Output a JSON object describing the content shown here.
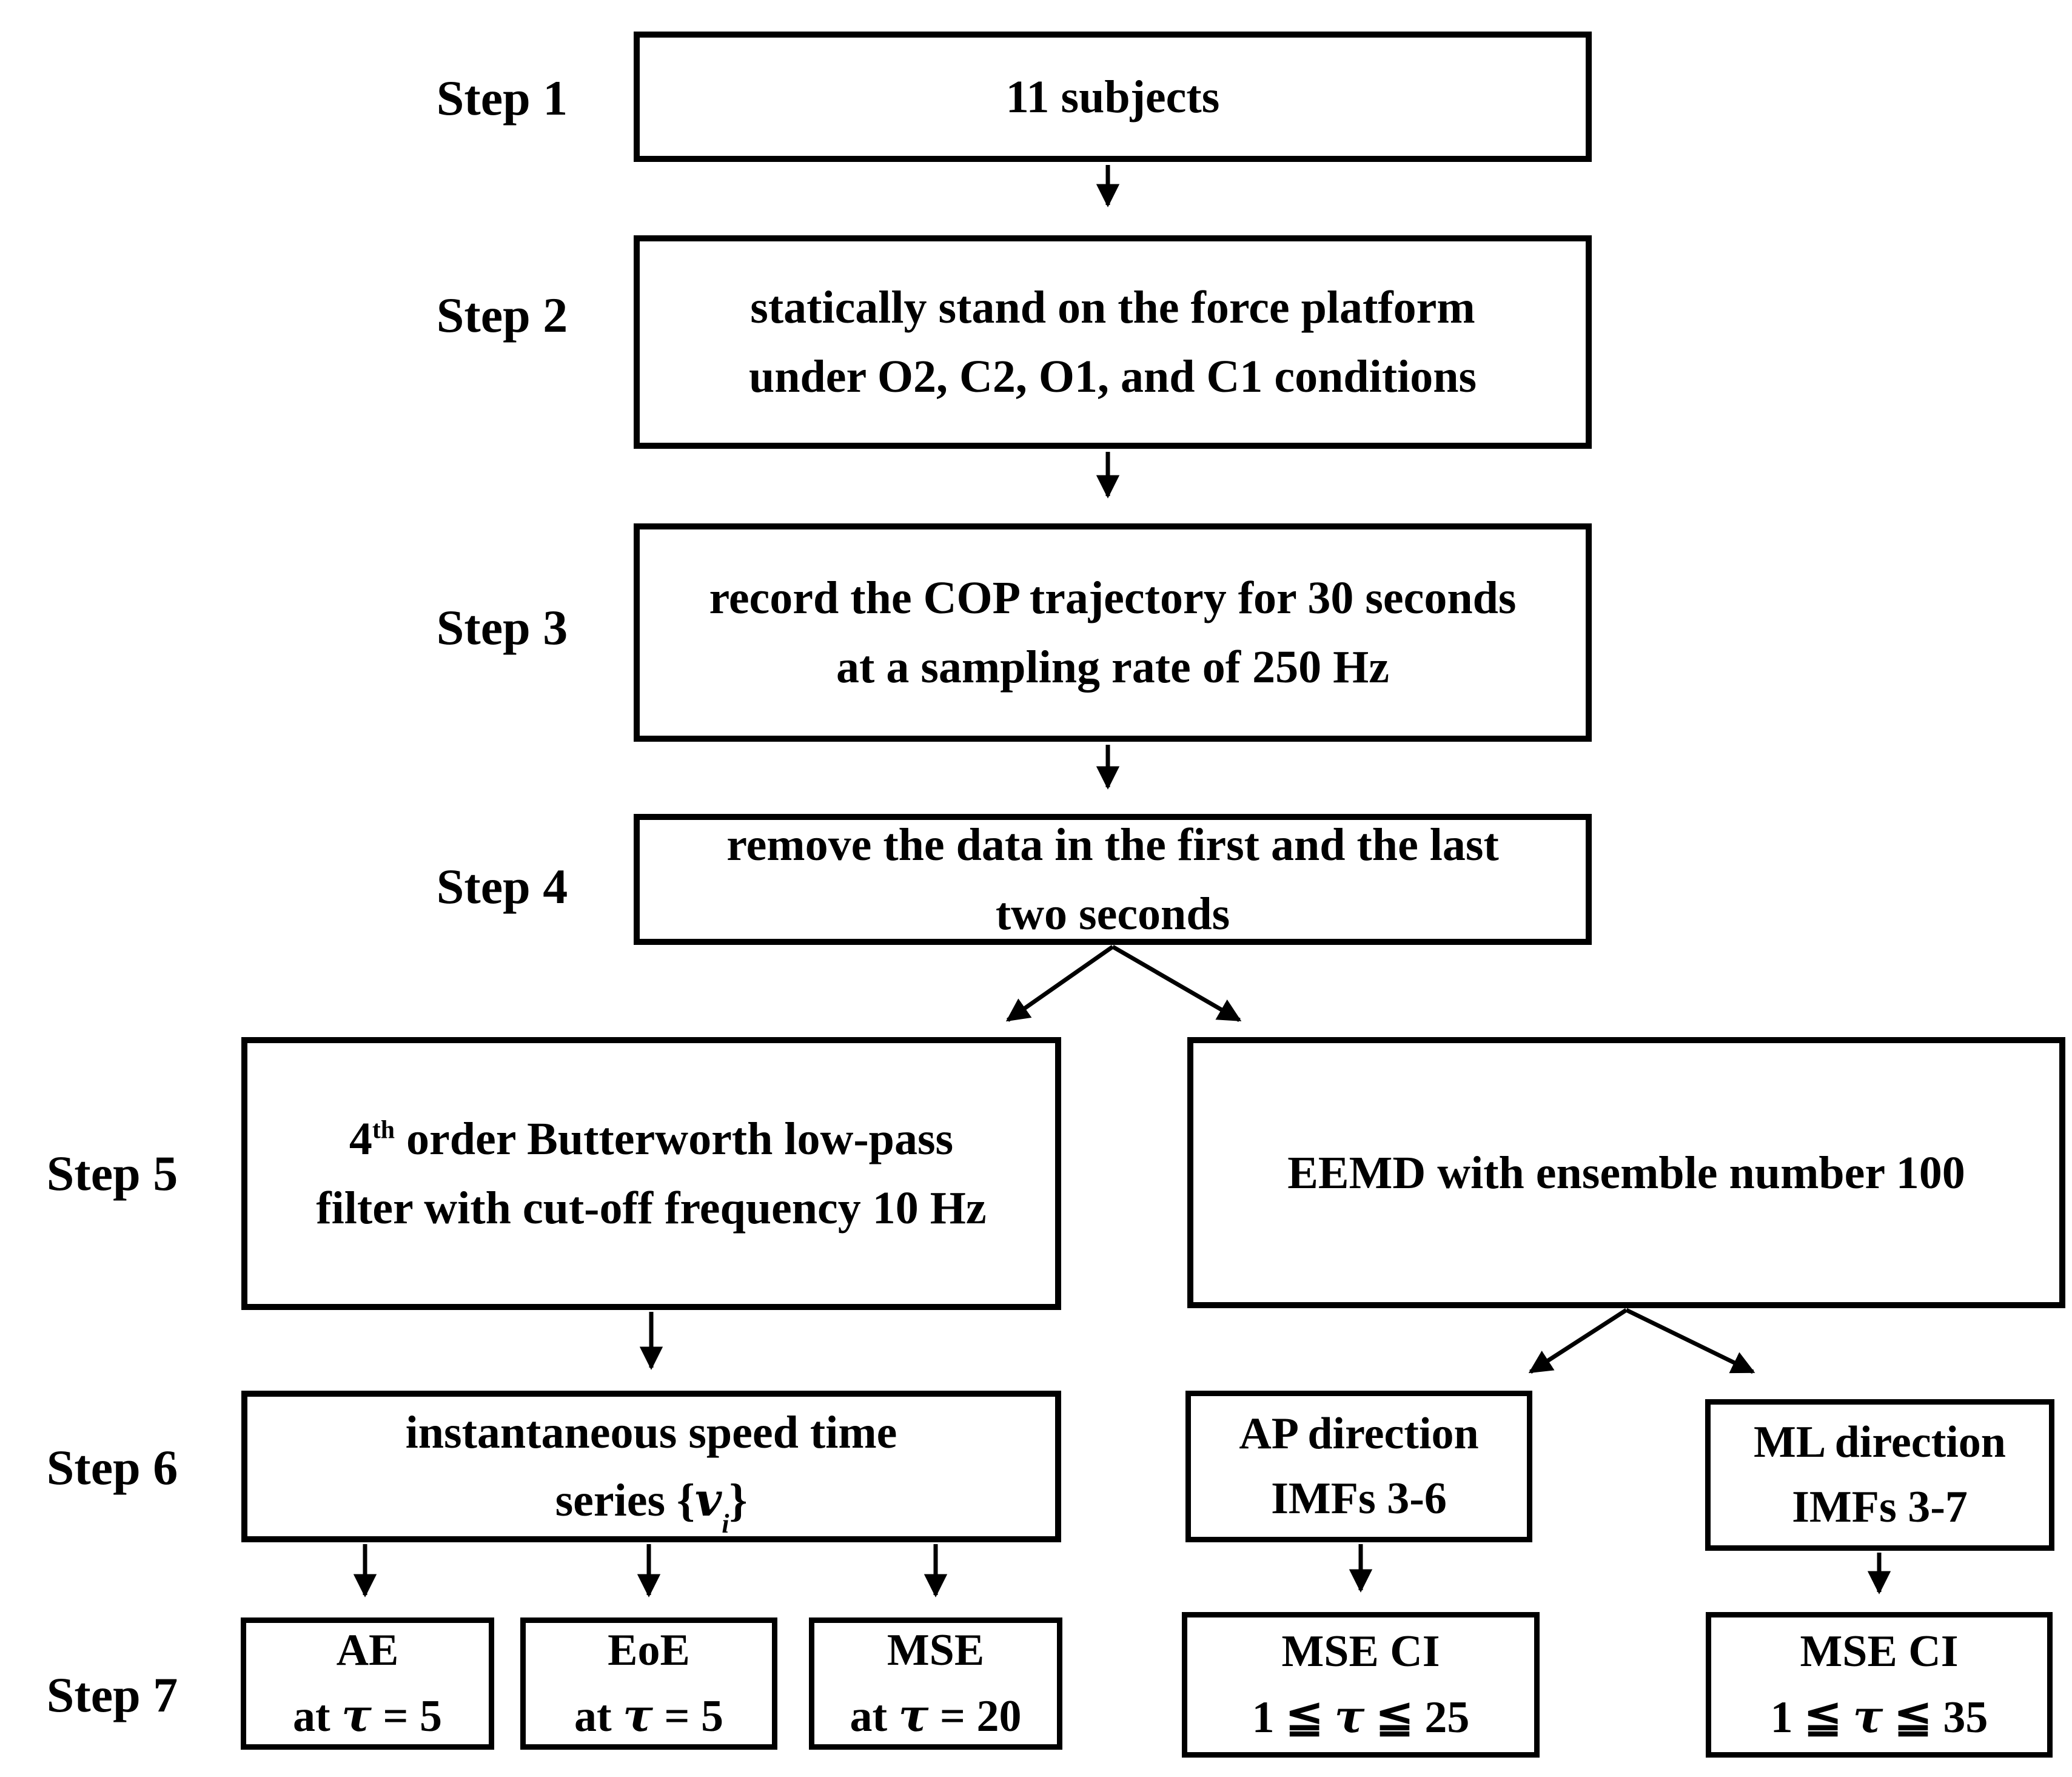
{
  "figure": {
    "colors": {
      "ink": "#000000",
      "background": "#ffffff"
    },
    "step_labels": [
      "Step 1",
      "Step 2",
      "Step 3",
      "Step 4",
      "Step 5",
      "Step 6",
      "Step 7"
    ],
    "boxes": {
      "step1": {
        "line1": "11 subjects"
      },
      "step2": {
        "line1": "statically stand on the force platform",
        "line2": "under O2, C2, O1, and C1 conditions"
      },
      "step3": {
        "line1": "record the COP trajectory for 30 seconds",
        "line2": "at a sampling rate of 250 Hz"
      },
      "step4": {
        "line1": "remove the data in the first and the last",
        "line2": "two seconds"
      },
      "step5_left": {
        "l1_num": "4",
        "l1_sup": "th",
        "l1_rest": "order Butterworth low-pass",
        "line2": "filter with cut-off frequency 10 Hz"
      },
      "step5_right": {
        "line1": "EEMD with ensemble number 100"
      },
      "step6_left": {
        "line1": "instantaneous speed time",
        "l2_prefix": "series {",
        "l2_var": "v",
        "l2_sub": "i",
        "l2_suffix": "}"
      },
      "step6_ap": {
        "line1": "AP direction",
        "line2": "IMFs 3-6"
      },
      "step6_ml": {
        "line1": "ML direction",
        "line2": "IMFs 3-7"
      },
      "step7_ae": {
        "line1": "AE",
        "l2_pre": "at",
        "l2_tau": "τ",
        "l2_post": "= 5"
      },
      "step7_eoe": {
        "line1": "EoE",
        "l2_pre": "at",
        "l2_tau": "τ",
        "l2_post": "= 5"
      },
      "step7_mse": {
        "line1": "MSE",
        "l2_pre": "at",
        "l2_tau": "τ",
        "l2_post": "= 20"
      },
      "step7_mseci_ap": {
        "line1": "MSE CI",
        "l2_pre": "1 ≦",
        "l2_tau": "τ",
        "l2_post": "≦ 25"
      },
      "step7_mseci_ml": {
        "line1": "MSE CI",
        "l2_pre": "1 ≦",
        "l2_tau": "τ",
        "l2_post": "≦ 35"
      }
    }
  }
}
